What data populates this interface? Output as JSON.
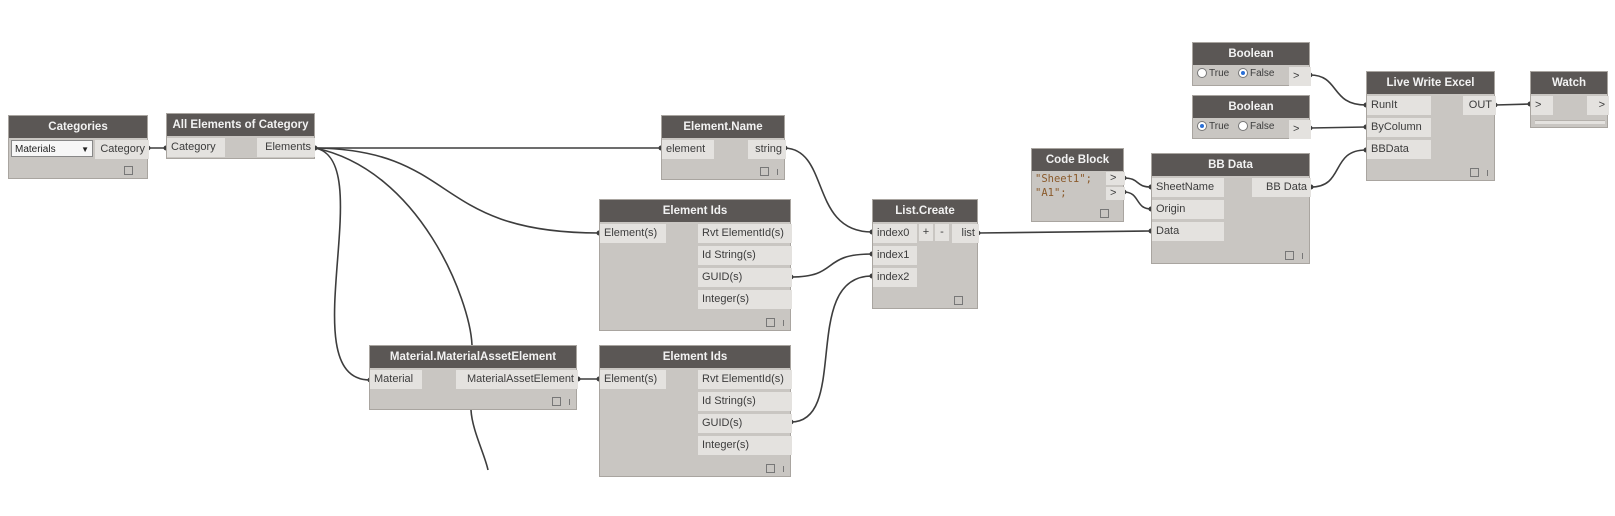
{
  "nodes": {
    "categories": {
      "title": "Categories",
      "dropdown_value": "Materials",
      "out": "Category"
    },
    "all_elements": {
      "title": "All Elements of Category",
      "in": "Category",
      "out": "Elements"
    },
    "element_name": {
      "title": "Element.Name",
      "in": "element",
      "out": "string"
    },
    "element_ids_1": {
      "title": "Element Ids",
      "in": "Element(s)",
      "outs": [
        "Rvt ElementId(s)",
        "Id String(s)",
        "GUID(s)",
        "Integer(s)"
      ]
    },
    "material_asset": {
      "title": "Material.MaterialAssetElement",
      "in": "Material",
      "out": "MaterialAssetElement"
    },
    "element_ids_2": {
      "title": "Element Ids",
      "in": "Element(s)",
      "outs": [
        "Rvt ElementId(s)",
        "Id String(s)",
        "GUID(s)",
        "Integer(s)"
      ]
    },
    "list_create": {
      "title": "List.Create",
      "ins": [
        "index0",
        "index1",
        "index2"
      ],
      "plus": "+",
      "minus": "-",
      "out": "list"
    },
    "code_block": {
      "title": "Code Block",
      "lines": [
        "\"Sheet1\";",
        "\"A1\";"
      ],
      "out": ">"
    },
    "bb_data": {
      "title": "BB Data",
      "ins": [
        "SheetName",
        "Origin",
        "Data"
      ],
      "out": "BB Data"
    },
    "boolean_1": {
      "title": "Boolean",
      "true_label": "True",
      "false_label": "False",
      "selected": "False",
      "out": ">"
    },
    "boolean_2": {
      "title": "Boolean",
      "true_label": "True",
      "false_label": "False",
      "selected": "True",
      "out": ">"
    },
    "live_write_excel": {
      "title": "Live Write Excel",
      "ins": [
        "RunIt",
        "ByColumn",
        "BBData"
      ],
      "out": "OUT"
    },
    "watch": {
      "title": "Watch",
      "in": ">",
      "out": ">"
    }
  }
}
